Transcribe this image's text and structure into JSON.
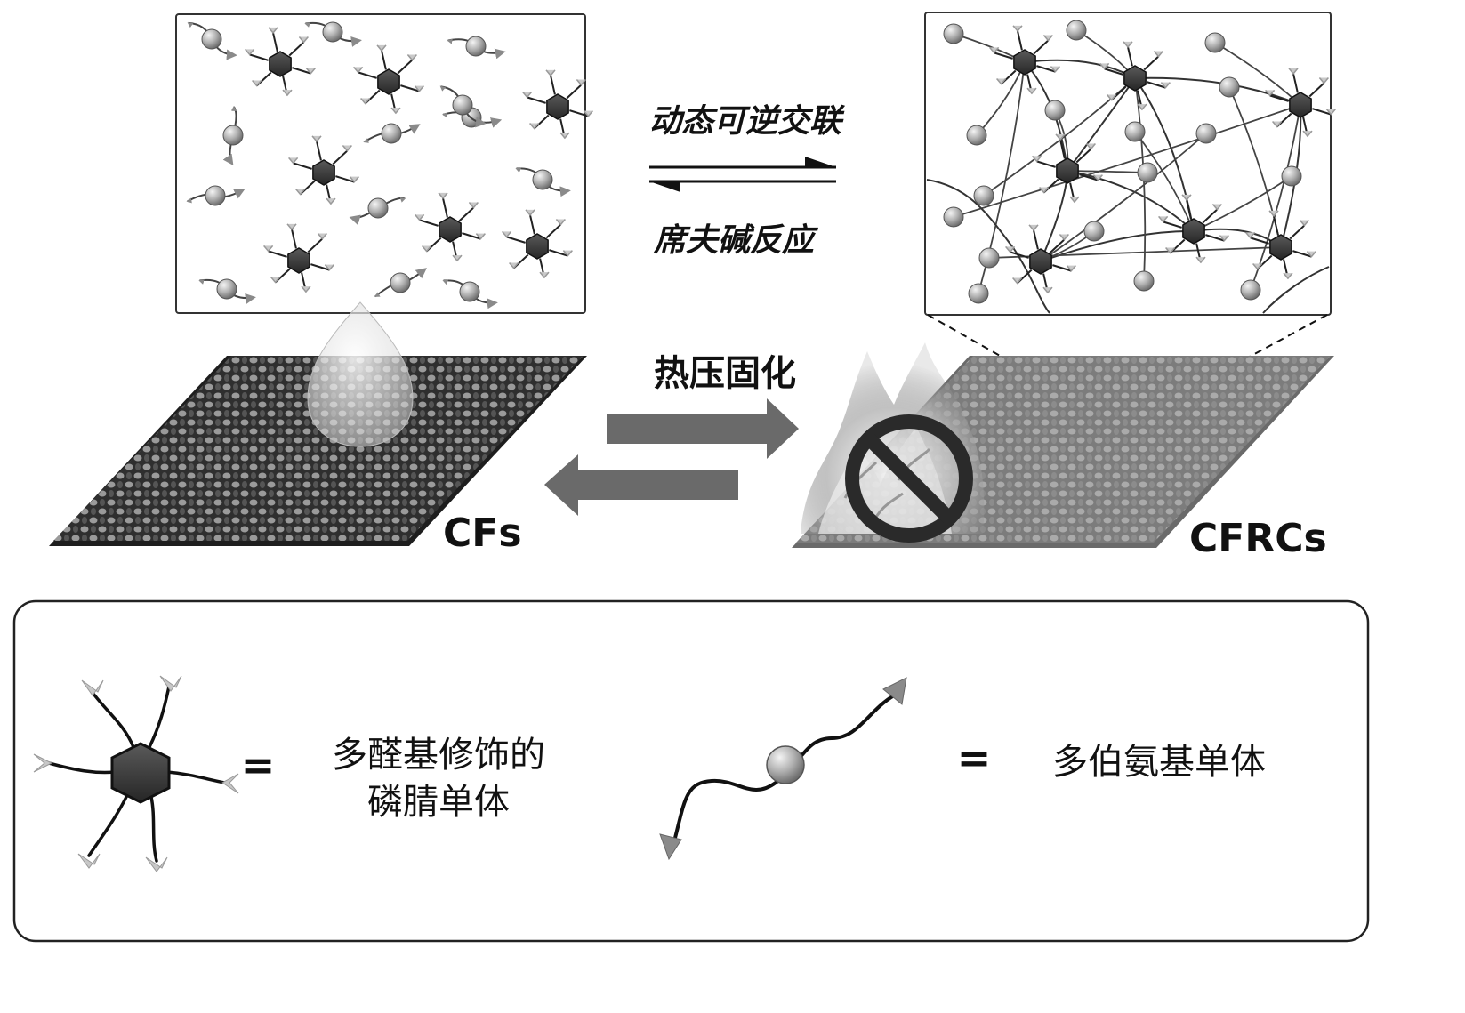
{
  "labels": {
    "crosslink_top": "动态可逆交联",
    "crosslink_bottom": "席夫碱反应",
    "process": "热压固化",
    "cfs": "CFs",
    "cfrcs": "CFRCs"
  },
  "legend": {
    "eq": "=",
    "phosphazene_line1": "多醛基修饰的",
    "phosphazene_line2": "磷腈单体",
    "amine": "多伯氨基单体"
  },
  "icons": {
    "droplet": "resin-droplet-icon",
    "flame": "flame-icon",
    "prohibited": "prohibited-icon",
    "hexagon": "phosphazene-hexagon-icon",
    "sphere": "amine-sphere-icon"
  },
  "colors": {
    "fabric_dark": "#3a3a3a",
    "fabric_light": "#8e8e8e",
    "arrow": "#6a6a6a",
    "hexagon": "#3c3c3c",
    "sphere": "#b5b5b5",
    "aldehyde_end": "#c4c4c4",
    "arrow_head": "#7d7d7d"
  }
}
